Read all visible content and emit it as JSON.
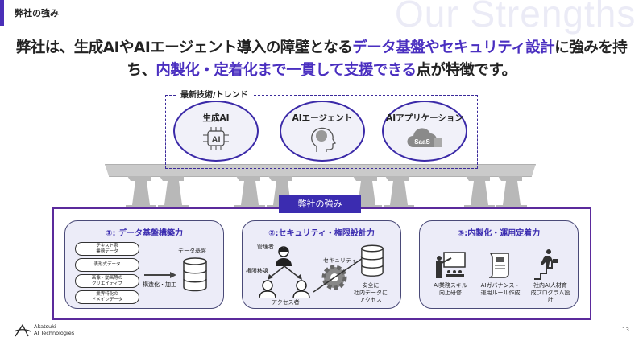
{
  "header": {
    "title": "弊社の強み",
    "watermark": "Our Strengths"
  },
  "headline": {
    "line1": [
      {
        "text": "弊社は、生成AIやAIエージェント導入の障壁となる",
        "highlight": false
      },
      {
        "text": "データ基盤やセキュリティ設計",
        "highlight": true
      },
      {
        "text": "に強みを持",
        "highlight": false
      }
    ],
    "line2": [
      {
        "text": "ち、",
        "highlight": false
      },
      {
        "text": "内製化・定着化まで一貫して支援できる",
        "highlight": true
      },
      {
        "text": "点が特徴です。",
        "highlight": false
      }
    ],
    "highlight_color": "#4a2fc0"
  },
  "trends": {
    "label": "最新技術/トレンド",
    "items": [
      {
        "label": "生成AI",
        "icon": "ai-chip-icon"
      },
      {
        "label": "AIエージェント",
        "icon": "brain-head-icon"
      },
      {
        "label": "AIアプリケーション",
        "icon": "saas-cloud-icon",
        "icon_text": "SaaS"
      }
    ]
  },
  "strengths": {
    "tab": "弊社の強み",
    "cards": [
      {
        "title": "①: データ基盤構築力",
        "sources": [
          "テキスト系\n業務データ",
          "表形式データ",
          "画像・動画等の\nクリエイティブ",
          "業界特化の\nドメインデータ"
        ],
        "arrow_label": "構造化・加工",
        "target": "データ基盤"
      },
      {
        "title": "②:セキュリティ・権限設計力",
        "admin": "管理者",
        "delegation": "権限移譲",
        "users": "アクセス者",
        "security": "セキュリティ",
        "result": "安全に\n社内データに\nアクセス"
      },
      {
        "title": "③:内製化・運用定着力",
        "items": [
          "AI業務スキル\n向上研修",
          "AIガバナンス・\n運用ルール作成",
          "社内AI人材育\n成プログラム設\n計"
        ]
      }
    ]
  },
  "footer": {
    "company": "Akatsuki\nAI Technologies",
    "page": "13"
  }
}
